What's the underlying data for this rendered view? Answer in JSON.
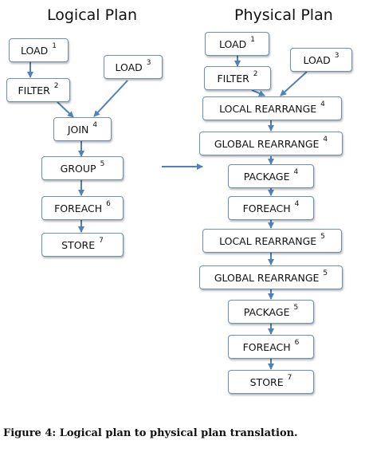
{
  "logical_title": "Logical Plan",
  "physical_title": "Physical Plan",
  "caption": "Figure 4: Logical plan to physical plan translation.",
  "logical_nodes": [
    {
      "label": "LOAD",
      "num": "1"
    },
    {
      "label": "FILTER",
      "num": "2"
    },
    {
      "label": "LOAD",
      "num": "3"
    },
    {
      "label": "JOIN",
      "num": "4"
    },
    {
      "label": "GROUP",
      "num": "5"
    },
    {
      "label": "FOREACH",
      "num": "6"
    },
    {
      "label": "STORE",
      "num": "7"
    }
  ],
  "physical_nodes": [
    {
      "label": "LOAD",
      "num": "1"
    },
    {
      "label": "FILTER",
      "num": "2"
    },
    {
      "label": "LOAD",
      "num": "3"
    },
    {
      "label": "LOCAL REARRANGE",
      "num": "4"
    },
    {
      "label": "GLOBAL REARRANGE",
      "num": "4"
    },
    {
      "label": "PACKAGE",
      "num": "4"
    },
    {
      "label": "FOREACH",
      "num": "4"
    },
    {
      "label": "LOCAL REARRANGE",
      "num": "5"
    },
    {
      "label": "GLOBAL REARRANGE",
      "num": "5"
    },
    {
      "label": "PACKAGE",
      "num": "5"
    },
    {
      "label": "FOREACH",
      "num": "6"
    },
    {
      "label": "STORE",
      "num": "7"
    }
  ],
  "colors": {
    "arrow": "#4f81bd",
    "node_border": "#6f8fb5"
  }
}
